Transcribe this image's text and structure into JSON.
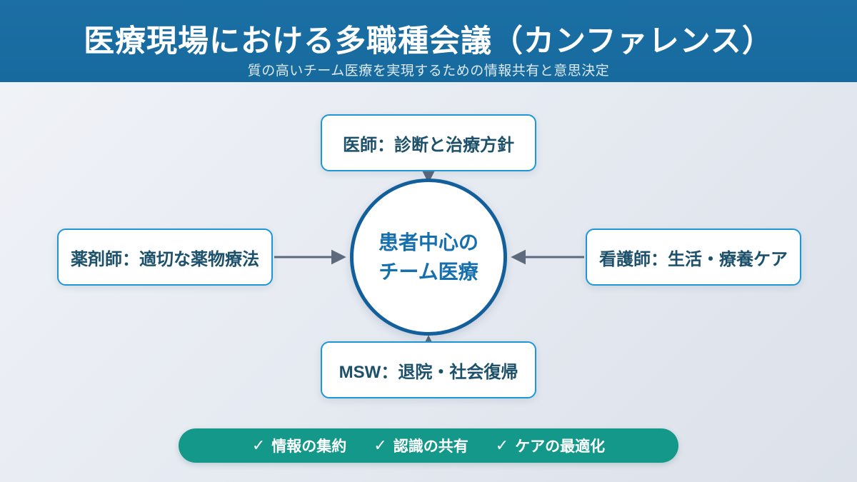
{
  "header": {
    "title": "医療現場における多職種会議（カンファレンス）",
    "subtitle": "質の高いチーム医療を実現するための情報共有と意思決定"
  },
  "diagram": {
    "center": {
      "line1": "患者中心の",
      "line2": "チーム医療"
    },
    "nodes": [
      {
        "id": "doctor",
        "position": "top",
        "label": "医師：診断と治療方針"
      },
      {
        "id": "pharmacist",
        "position": "left",
        "label": "薬剤師：適切な薬物療法"
      },
      {
        "id": "nurse",
        "position": "right",
        "label": "看護師：生活・療養ケア"
      },
      {
        "id": "msw",
        "position": "bottom",
        "label": "MSW：退院・社会復帰"
      }
    ]
  },
  "footer": {
    "check_glyph": "✓",
    "items": [
      "情報の集約",
      "認識の共有",
      "ケアの最適化"
    ]
  },
  "colors": {
    "header_bg": "#176a9e",
    "box_border": "#1e96d4",
    "box_text": "#1c506b",
    "circle_border": "#135f9c",
    "circle_text": "#1670ae",
    "arrow": "#5d6a7d",
    "pill_bg": "#14988a",
    "background_top": "#f1f3f8",
    "background_bottom": "#dce1ea"
  }
}
